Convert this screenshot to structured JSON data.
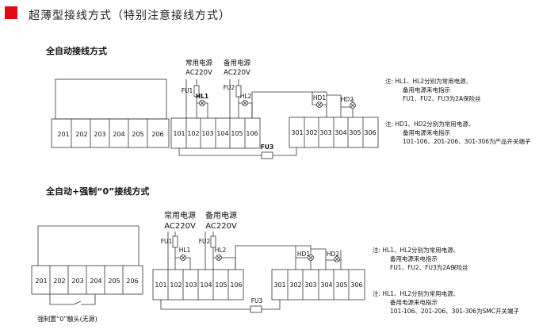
{
  "header": {
    "title": "超薄型接线方式（特别注意接线方式）"
  },
  "section1": {
    "title": "全自动接线方式",
    "left_terminals": [
      "201",
      "202",
      "203",
      "204",
      "205",
      "206"
    ],
    "mid_terminals": [
      "101",
      "102",
      "103",
      "104",
      "105",
      "106"
    ],
    "right_terminals": [
      "301",
      "302",
      "303",
      "304",
      "305",
      "306"
    ],
    "power1": [
      "常用电源",
      "AC220V"
    ],
    "power2": [
      "备用电源",
      "AC220V"
    ],
    "fu1": "FU1",
    "fu2": "FU2",
    "fu3": "FU3",
    "hl1": "HL1",
    "hl2": "HL2",
    "hd1": "HD1",
    "hd2": "HD2",
    "notes": [
      {
        "prefix": "注:",
        "lines": [
          "HL1、HL2分别为常用电源、",
          "备用电源来电指示",
          "FU1、FU2、FU3为2A保险丝"
        ]
      },
      {
        "prefix": "注:",
        "lines": [
          "HD1、HD2分别为常用电源、",
          "备用电源来电指示",
          "101-106、201-206、301-306为产品开关端子"
        ]
      }
    ]
  },
  "section2": {
    "title": "全自动+强制“0”接线方式",
    "left_terminals": [
      "201",
      "202",
      "203",
      "204",
      "205",
      "206"
    ],
    "mid_terminals": [
      "101",
      "102",
      "103",
      "104",
      "105",
      "106"
    ],
    "right_terminals": [
      "301",
      "302",
      "303",
      "304",
      "305",
      "306"
    ],
    "power1": [
      "常用电源",
      "AC220V"
    ],
    "power2": [
      "备用电源",
      "AC220V"
    ],
    "fu1": "FU1",
    "fu2": "FU2",
    "fu3": "FU3",
    "hl1": "HL1",
    "hl2": "HL2",
    "hd1": "HD1",
    "hd2": "HD2",
    "contact_label": "强制置“0”触头(无源)",
    "notes": [
      {
        "prefix": "注:",
        "lines": [
          "HL1、HL2分别为常用电源、",
          "备用电源来电指示",
          "FU1、FU2、FU3为2A保险丝"
        ]
      },
      {
        "prefix": "注:",
        "lines": [
          "HL1、HL2分别为常用电源、",
          "备用电源来电指示",
          "101-106、201-206、301-306为SMC开关端子"
        ]
      }
    ]
  }
}
